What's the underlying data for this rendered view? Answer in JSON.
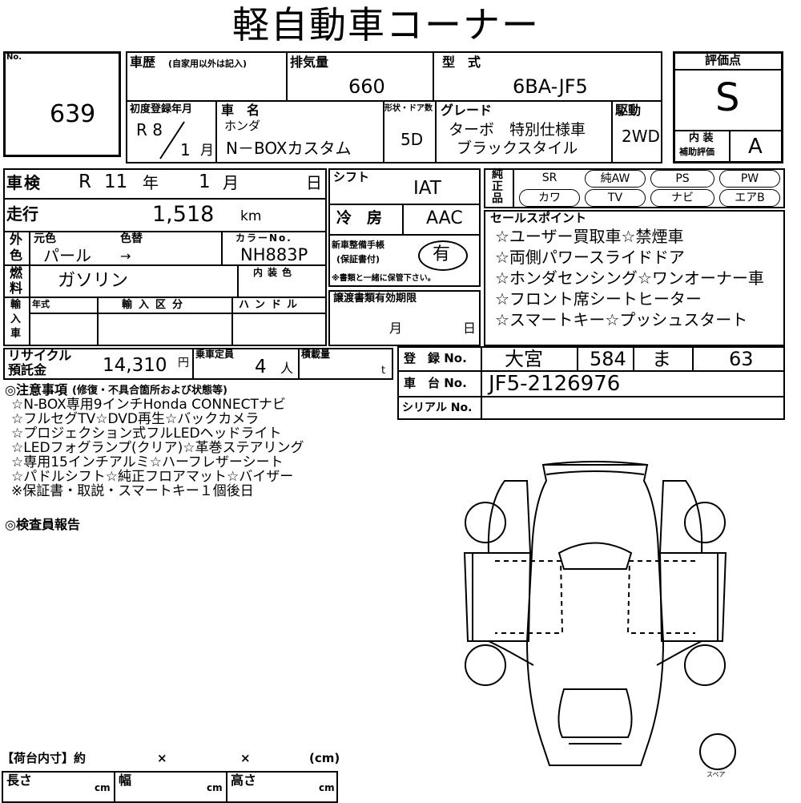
{
  "title": "軽自動車コーナー",
  "lot": {
    "label": "No.",
    "value": "639"
  },
  "history": {
    "label": "車歴",
    "note": "(自家用以外は記入)"
  },
  "displacement": {
    "label": "排気量",
    "value": "660"
  },
  "model": {
    "label": "型　式",
    "value": "6BA-JF5"
  },
  "rating": {
    "label": "評価点",
    "value": "S",
    "interior_label_1": "内 装",
    "interior_label_2": "補助評価",
    "interior_value": "A"
  },
  "first_reg": {
    "label": "初度登録年月",
    "era": "R 8",
    "month": "1",
    "month_unit": "月"
  },
  "car_name": {
    "label": "車　名",
    "maker": "ホンダ",
    "value": "N－BOXカスタム"
  },
  "body_doors": {
    "label": "形状・ドア数",
    "value": "5D"
  },
  "grade": {
    "label": "グレード",
    "line1": "ターボ　特別仕様車",
    "line2": "ブラックスタイル"
  },
  "drive": {
    "label": "駆動",
    "value": "2WD"
  },
  "inspection": {
    "label": "車検",
    "era": "R",
    "year": "11",
    "year_unit": "年",
    "month": "1",
    "month_unit": "月",
    "day_unit": "日"
  },
  "shift": {
    "label": "シフト",
    "value": "IAT"
  },
  "genuine": {
    "label_1": "純",
    "label_2": "正",
    "label_3": "品",
    "items": [
      "SR",
      "純AW",
      "PS",
      "PW",
      "カワ",
      "TV",
      "ナビ",
      "エアB"
    ]
  },
  "mileage": {
    "label": "走行",
    "value": "1,518",
    "unit": "km"
  },
  "ac": {
    "label": "冷　房",
    "value": "AAC"
  },
  "color": {
    "label_1": "外",
    "label_2": "色",
    "orig_label": "元色",
    "change_label": "色替",
    "code_label": "カラーNo.",
    "value": "パール",
    "change_arrow": "→",
    "code": "NH883P"
  },
  "warranty": {
    "label_1": "新車整備手帳",
    "label_2": "(保証書付)",
    "value": "有",
    "note": "※書類と一緒に保管下さい。"
  },
  "sales_points": {
    "label": "セールスポイント",
    "items": [
      "☆ユーザー買取車☆禁煙車",
      "☆両側パワースライドドア",
      "☆ホンダセンシング☆ワンオーナー車",
      "☆フロント席シートヒーター",
      "☆スマートキー☆プッシュスタート"
    ]
  },
  "fuel": {
    "label_1": "燃",
    "label_2": "料",
    "value": "ガソリン",
    "interior_color_label": "内装色"
  },
  "import": {
    "label_1": "輸",
    "label_2": "入",
    "label_3": "車",
    "year_label": "年式",
    "type_label": "輸入区分",
    "handle_label": "ハンドル"
  },
  "transfer": {
    "label": "譲渡書類有効期限",
    "month_unit": "月",
    "day_unit": "日"
  },
  "recycle": {
    "label_1": "リサイクル",
    "label_2": "預託金",
    "value": "14,310",
    "unit": "円"
  },
  "capacity": {
    "label": "乗車定員",
    "value": "4",
    "unit": "人"
  },
  "load": {
    "label": "積載量",
    "unit": "t"
  },
  "registration": {
    "label": "登　録 No.",
    "area": "大宮",
    "class": "584",
    "kana": "ま",
    "number": "63"
  },
  "chassis": {
    "label": "車　台 No.",
    "value": "JF5-2126976"
  },
  "serial": {
    "label": "シリアル No."
  },
  "notes": {
    "heading": "◎注意事項",
    "heading_note": "(修復・不具合箇所および状態等)",
    "lines": [
      "☆N-BOX専用9インチHonda CONNECTナビ",
      "☆フルセグTV☆DVD再生☆バックカメラ",
      "☆プロジェクション式フルLEDヘッドライト",
      "☆LEDフォグランプ(クリア)☆革巻ステアリング",
      "☆専用15インチアルミ☆ハーフレザーシート",
      "☆パドルシフト☆純正フロアマット☆バイザー",
      "※保証書・取説・スマートキー１個後日"
    ]
  },
  "inspector": {
    "heading": "◎検査員報告"
  },
  "cargo": {
    "label": "【荷台内寸】約",
    "x1": "×",
    "x2": "×",
    "unit": "(cm)",
    "length": "長さ",
    "width": "幅",
    "height": "高さ",
    "cm": "cm"
  },
  "diagram": {
    "spare_label": "スペア"
  }
}
